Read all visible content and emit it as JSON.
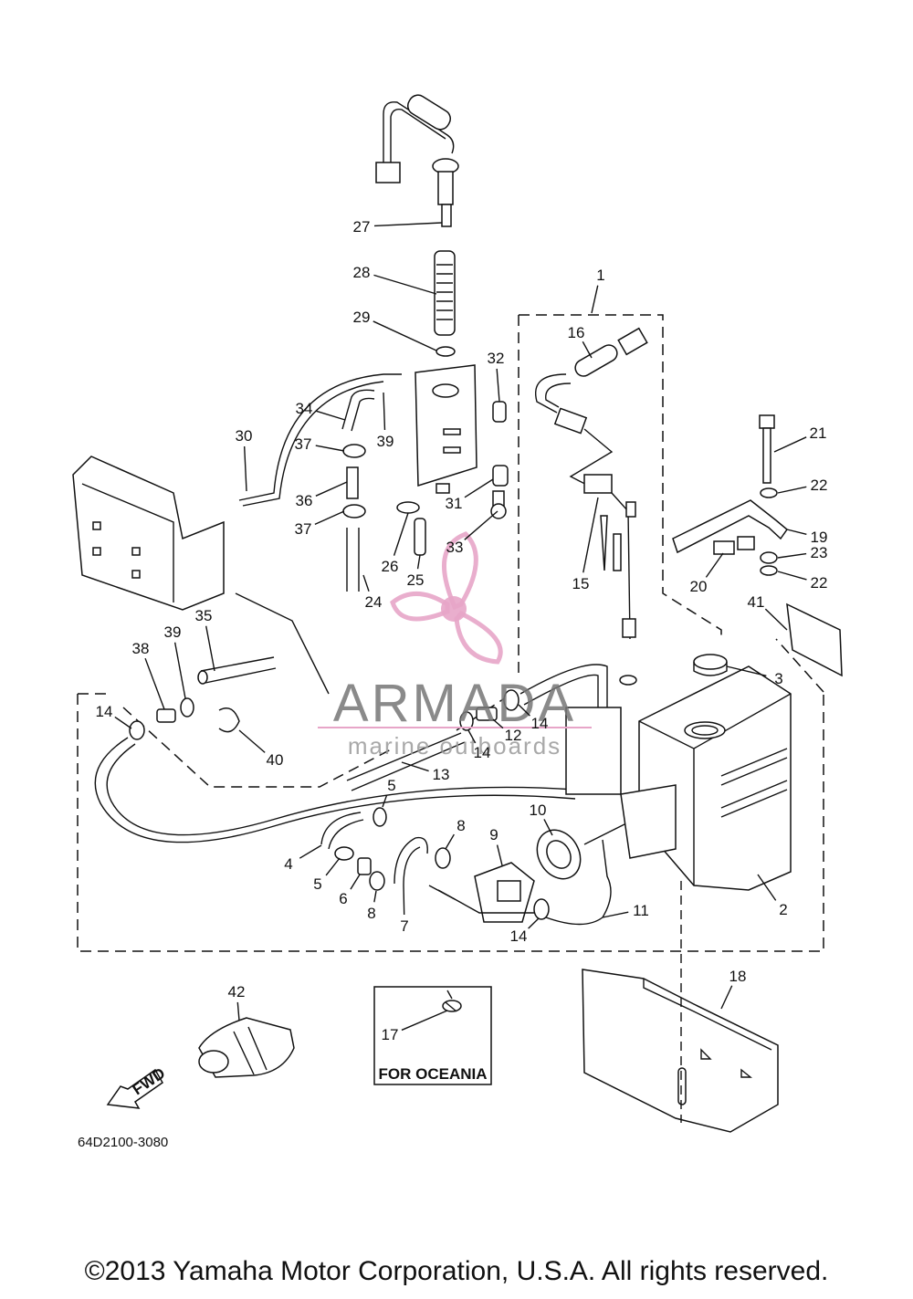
{
  "callouts": [
    "1",
    "2",
    "3",
    "4",
    "5",
    "5",
    "6",
    "7",
    "8",
    "8",
    "9",
    "10",
    "11",
    "12",
    "13",
    "14",
    "14",
    "14",
    "14",
    "15",
    "16",
    "17",
    "18",
    "19",
    "20",
    "21",
    "22",
    "22",
    "23",
    "24",
    "25",
    "26",
    "27",
    "28",
    "29",
    "30",
    "31",
    "32",
    "33",
    "34",
    "35",
    "36",
    "37",
    "37",
    "38",
    "39",
    "39",
    "40",
    "41",
    "42"
  ],
  "oceania_box": {
    "label": "FOR OCEANIA",
    "callout": "17"
  },
  "fwd_arrow": {
    "label": "FWD"
  },
  "drawing_code": "64D2100-3080",
  "watermark": {
    "brand": "ARMADA",
    "tagline": "marine outboards",
    "color": "#e7a5c8"
  },
  "copyright": "©2013 Yamaha Motor Corporation, U.S.A. All rights reserved."
}
